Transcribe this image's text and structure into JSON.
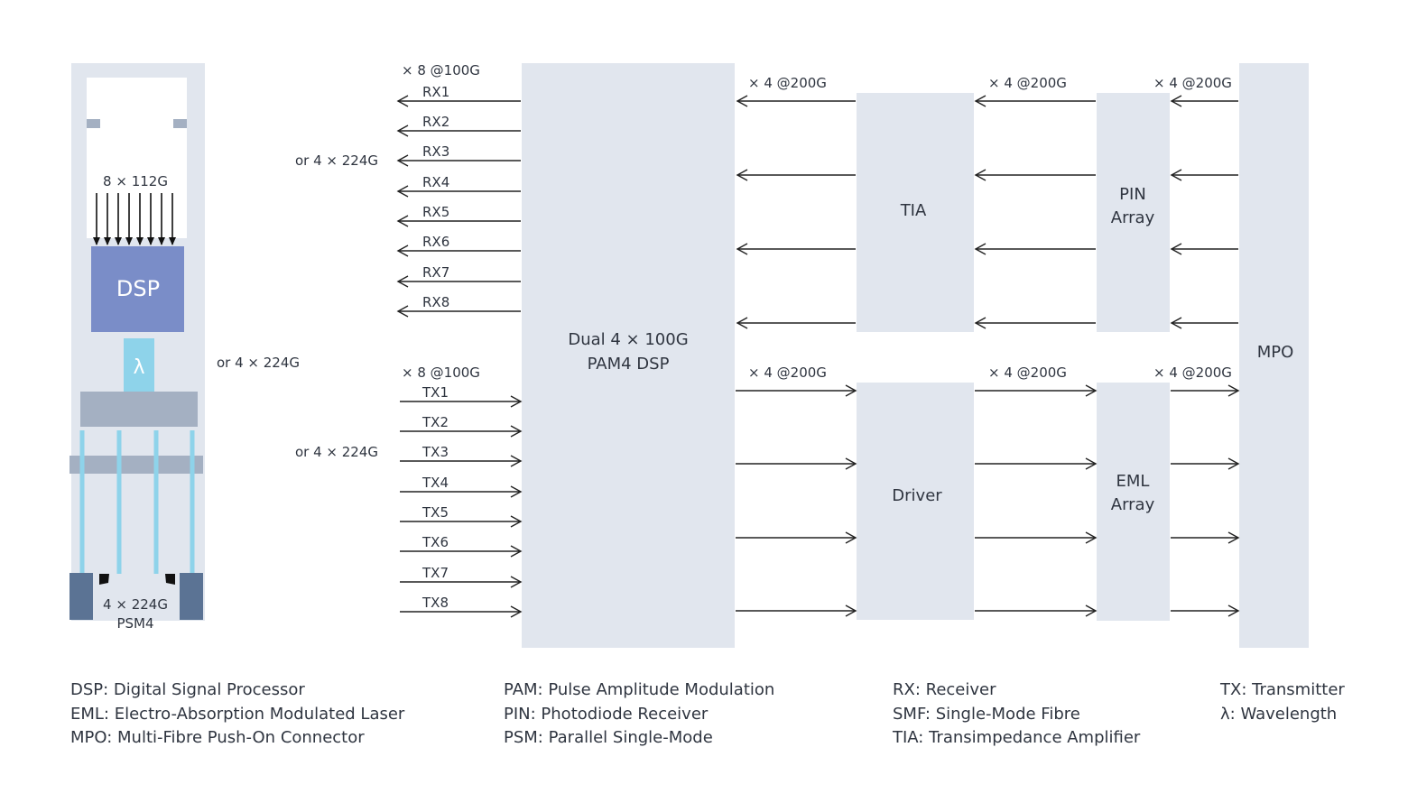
{
  "module": {
    "top_label": "8 × 112G",
    "dsp_label": "DSP",
    "lambda_label": "λ",
    "bottom_label_1": "4 × 224G",
    "bottom_label_2": "PSM4",
    "side_label": "or 4 × 224G"
  },
  "rx_side": {
    "count_label": "× 8 @100G",
    "alt_label": "or 4 × 224G",
    "lanes": [
      "RX1",
      "RX2",
      "RX3",
      "RX4",
      "RX5",
      "RX6",
      "RX7",
      "RX8"
    ]
  },
  "tx_side": {
    "count_label": "× 8 @100G",
    "alt_label": "or 4 × 224G",
    "lanes": [
      "TX1",
      "TX2",
      "TX3",
      "TX4",
      "TX5",
      "TX6",
      "TX7",
      "TX8"
    ]
  },
  "blocks": {
    "dsp_line1": "Dual 4 × 100G",
    "dsp_line2": "PAM4 DSP",
    "tia": "TIA",
    "pin_line1": "PIN",
    "pin_line2": "Array",
    "driver": "Driver",
    "eml_line1": "EML",
    "eml_line2": "Array",
    "mpo": "MPO"
  },
  "rate_labels": {
    "rx_dsp_tia": "×  4 @200G",
    "rx_tia_pin": "× 4 @200G",
    "rx_pin_mpo": "× 4 @200G",
    "tx_dsp_driver": "× 4 @200G",
    "tx_driver_eml": "× 4 @200G",
    "tx_eml_mpo": "× 4 @200G"
  },
  "legend": [
    [
      "DSP: Digital Signal Processor",
      "EML: Electro-Absorption Modulated Laser",
      "MPO: Multi-Fibre Push-On Connector"
    ],
    [
      "PAM: Pulse Amplitude Modulation",
      "PIN: Photodiode Receiver",
      "PSM: Parallel Single-Mode"
    ],
    [
      "RX: Receiver",
      "SMF: Single-Mode Fibre",
      "TIA: Transimpedance Amplifier"
    ],
    [
      "TX: Transmitter",
      "λ: Wavelength"
    ]
  ],
  "colors": {
    "block_fill": "#e1e6ee",
    "dsp_chip": "#7a8dc8",
    "lambda": "#8ed3ea",
    "grey_bar": "#a4b0c2",
    "connector": "#5b7394",
    "line": "#222222"
  }
}
